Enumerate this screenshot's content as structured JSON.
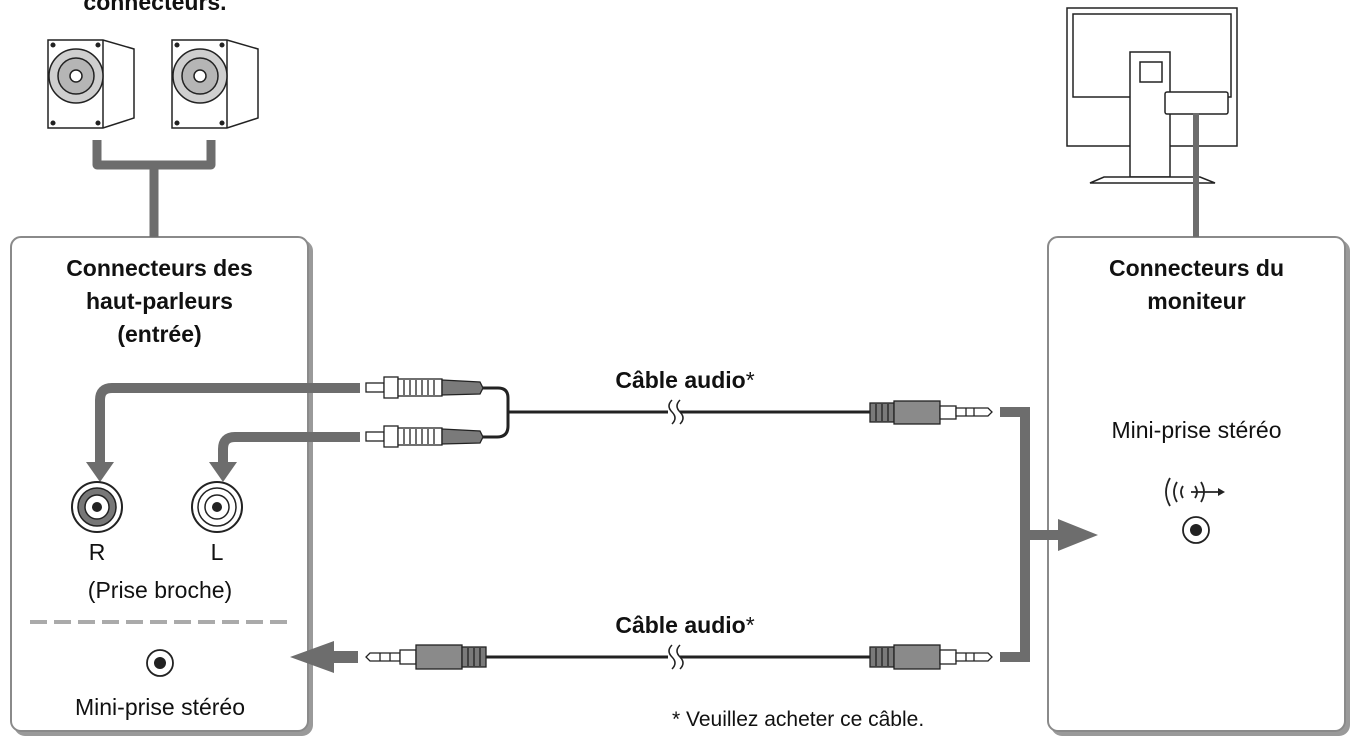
{
  "speakers": {
    "top_label": "connecteurs.",
    "panel_title": [
      "Connecteurs des",
      "haut-parleurs",
      "(entrée)"
    ],
    "right_jack": "R",
    "left_jack": "L",
    "pin_jack_label": "(Prise broche)",
    "mini_jack_label": "Mini-prise stéréo"
  },
  "monitor": {
    "panel_title": [
      "Connecteurs du",
      "moniteur"
    ],
    "mini_jack_label": "Mini-prise stéréo"
  },
  "cables": {
    "top_label": "Câble audio",
    "bottom_label": "Câble audio",
    "asterisk": "*"
  },
  "footnote": "* Veuillez acheter ce câble.",
  "colors": {
    "arrow_gray": "#6d6d6d",
    "panel_border": "#888888",
    "line": "#222222"
  }
}
